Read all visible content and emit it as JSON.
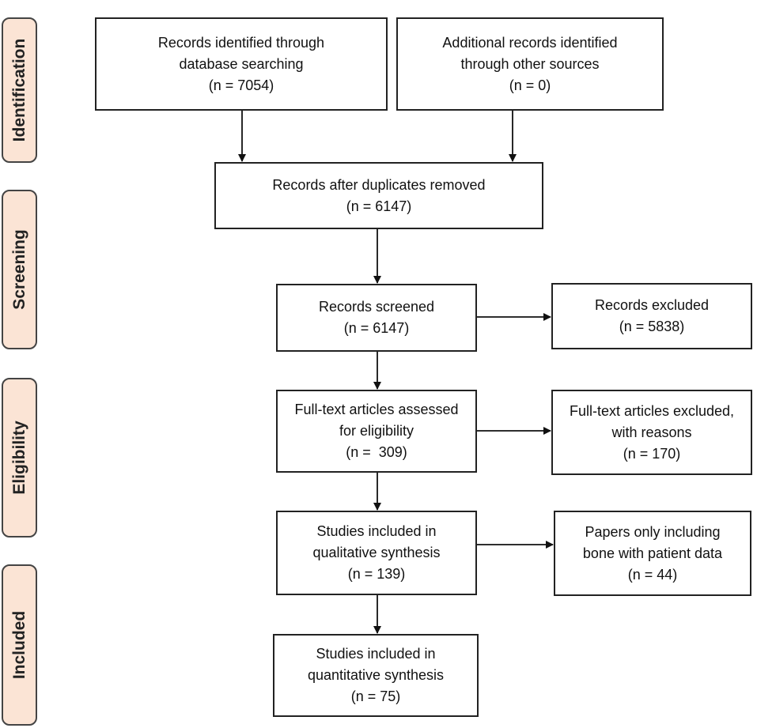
{
  "stages": [
    {
      "id": "identification",
      "label": "Identification"
    },
    {
      "id": "screening",
      "label": "Screening"
    },
    {
      "id": "eligibility",
      "label": "Eligibility"
    },
    {
      "id": "included",
      "label": "Included"
    }
  ],
  "boxes": {
    "db_search": {
      "line1": "Records identified through",
      "line2": "database searching",
      "line3": "(n = 7054)"
    },
    "other_sources": {
      "line1": "Additional records identified",
      "line2": "through other sources",
      "line3": "(n = 0)"
    },
    "duplicates_removed": {
      "line1": "Records after duplicates removed",
      "line2": "(n = 6147)"
    },
    "screened": {
      "line1": "Records screened",
      "line2": "(n = 6147)"
    },
    "excluded": {
      "line1": "Records excluded",
      "line2": "(n = 5838)"
    },
    "fulltext_assessed": {
      "line1": "Full-text articles assessed",
      "line2": "for eligibility",
      "line3": "(n =  309)"
    },
    "fulltext_excluded": {
      "line1": "Full-text articles excluded,",
      "line2": "with reasons",
      "line3": "(n = 170)"
    },
    "qualitative": {
      "line1": "Studies included in",
      "line2": "qualitative synthesis",
      "line3": "(n = 139)"
    },
    "bone_patient": {
      "line1": "Papers only including",
      "line2": "bone with patient data",
      "line3": "(n = 44)"
    },
    "quantitative": {
      "line1": "Studies included in",
      "line2": "quantitative synthesis",
      "line3": "(n = 75)"
    }
  }
}
